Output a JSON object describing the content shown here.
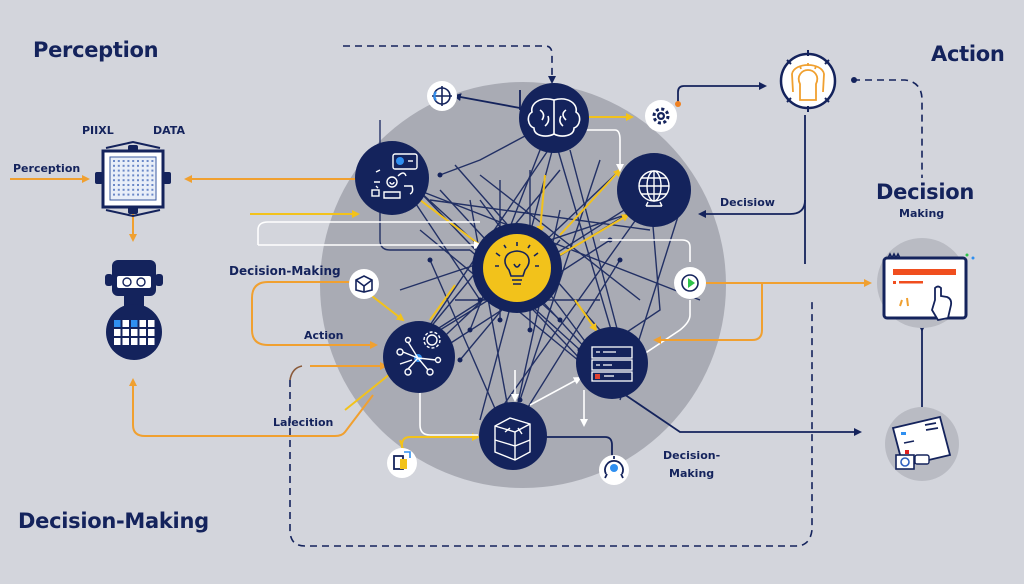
{
  "colors": {
    "background": "#d3d5dc",
    "navy": "#14235c",
    "orange": "#f0a030",
    "yellow": "#f2c21b",
    "hub_circle": "#a9abb4",
    "white": "#ffffff"
  },
  "headings": {
    "top_left": "Perception",
    "top_right": "Action",
    "right_mid": "Decision",
    "right_mid_sub": "Making",
    "bottom_left": "Decision-Making"
  },
  "labels": {
    "pixel": "PIIXL",
    "data": "DATA",
    "perception_input": "Perception",
    "decision_making_left": "Decision-Making",
    "action_left": "Action",
    "localization": "Lalecition",
    "decision_right": "Decisiow",
    "decision_bottom_1": "Decision-",
    "decision_bottom_2": "Making"
  },
  "nodes": [
    {
      "id": "brain",
      "icon": "brain-icon"
    },
    {
      "id": "workflow",
      "icon": "workflow-icon"
    },
    {
      "id": "globe",
      "icon": "globe-icon"
    },
    {
      "id": "lightbulb",
      "icon": "lightbulb-icon"
    },
    {
      "id": "network-gear",
      "icon": "network-gear-icon"
    },
    {
      "id": "list",
      "icon": "list-icon"
    },
    {
      "id": "cube",
      "icon": "cube-icon"
    },
    {
      "id": "target",
      "icon": "crosshair-icon"
    },
    {
      "id": "gear",
      "icon": "gear-icon"
    },
    {
      "id": "box",
      "icon": "box-icon"
    },
    {
      "id": "play",
      "icon": "play-icon"
    },
    {
      "id": "doc",
      "icon": "document-icon"
    },
    {
      "id": "sensor",
      "icon": "sensor-icon"
    },
    {
      "id": "action-bulb",
      "icon": "head-bulb-icon"
    },
    {
      "id": "browser-click",
      "icon": "browser-click-icon"
    },
    {
      "id": "card",
      "icon": "card-icon"
    },
    {
      "id": "chip",
      "icon": "chip-icon"
    },
    {
      "id": "robot",
      "icon": "robot-icon"
    }
  ]
}
